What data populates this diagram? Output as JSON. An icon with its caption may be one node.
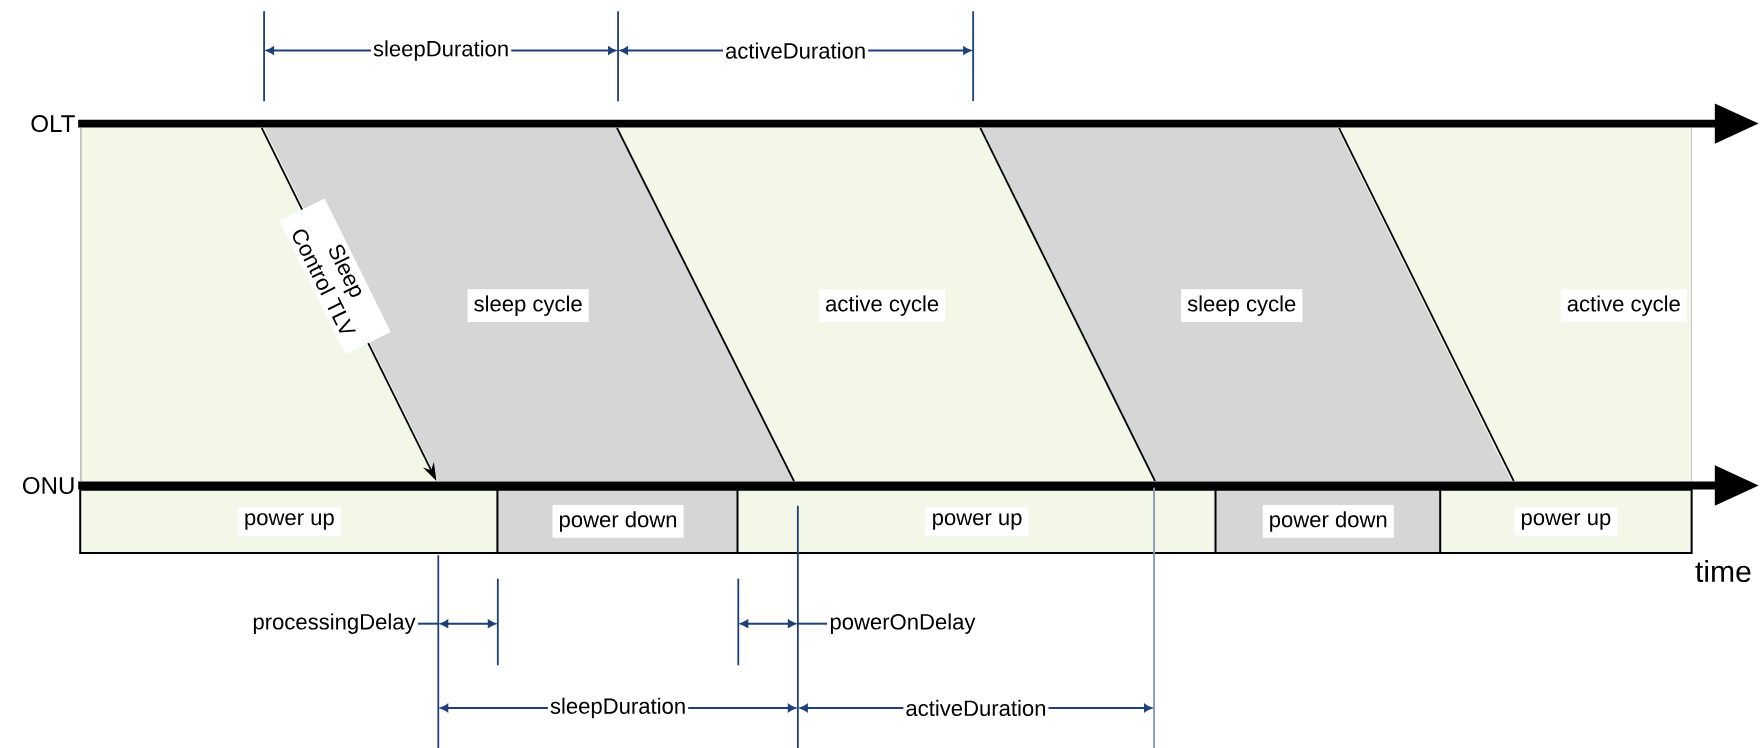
{
  "diagram": {
    "nodes": [
      {
        "text": [
          "OLT"
        ]
      },
      {
        "text": [
          "sleep cycle"
        ]
      },
      {
        "text": [
          "active cycle"
        ]
      },
      {
        "text": [
          "sleep cycle"
        ]
      },
      {
        "text": [
          "active cycle"
        ]
      },
      {
        "text": [
          "ONU"
        ]
      },
      {
        "text": [
          "power up"
        ]
      },
      {
        "text": [
          "power down"
        ]
      },
      {
        "text": [
          "power up"
        ]
      },
      {
        "text": [
          "power down"
        ]
      },
      {
        "text": [
          "power up"
        ]
      }
    ],
    "edges": [
      {
        "from": 0,
        "to": 5,
        "arrow": "to",
        "label": "Sleep Control TLV"
      },
      {
        "from": 0,
        "to": 5,
        "arrow": "none"
      },
      {
        "from": 0,
        "to": 5,
        "arrow": "none"
      },
      {
        "from": 0,
        "to": 5,
        "arrow": "none"
      }
    ],
    "labels": [
      "sleepDuration",
      "activeDuration",
      "time",
      "processingDelay",
      "powerOnDelay",
      "sleepDuration",
      "activeDuration"
    ]
  }
}
